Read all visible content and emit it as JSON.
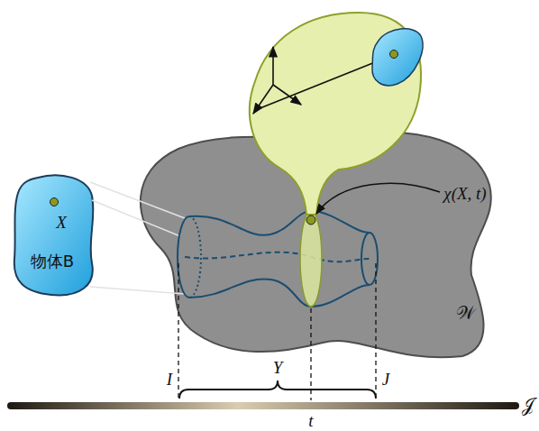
{
  "diagram": {
    "nodes": [
      {
        "text": [
          "X",
          "物体B"
        ]
      },
      {
        "text": [
          "𝒲"
        ]
      }
    ],
    "labels": [
      "χ(X, t)",
      "I",
      "Υ",
      "J",
      "t",
      "𝒥"
    ]
  }
}
